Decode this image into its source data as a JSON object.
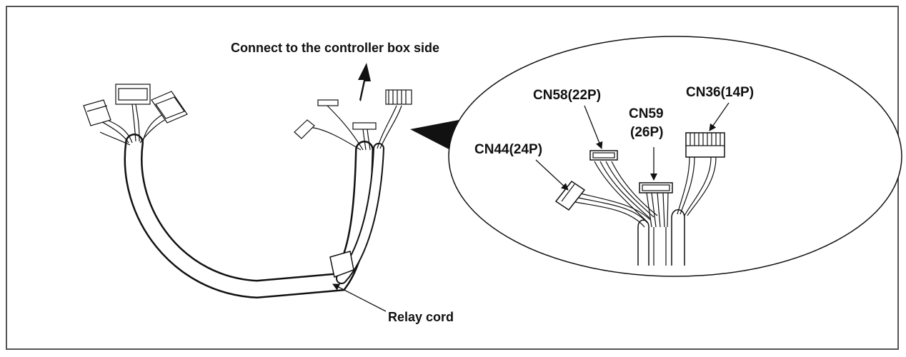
{
  "labels": {
    "controller_side": "Connect to the controller box side",
    "relay_cord": "Relay cord",
    "cn44": "CN44(24P)",
    "cn58": "CN58(22P)",
    "cn59_line1": "CN59",
    "cn59_line2": "(26P)",
    "cn36": "CN36(14P)"
  },
  "colors": {
    "ink": "#111111",
    "cable": "#ffffff",
    "frame": "#555555"
  }
}
